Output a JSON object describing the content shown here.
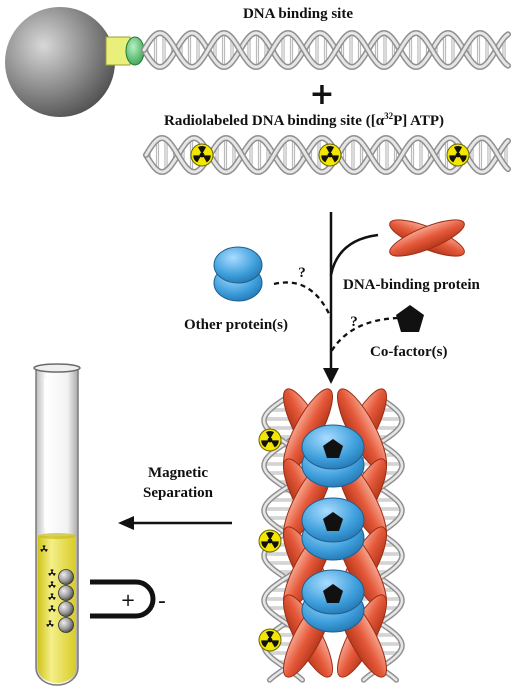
{
  "labels": {
    "dna_binding_site": "DNA binding site",
    "plus_sign": "+",
    "radiolabeled_prefix": "Radiolabeled DNA binding site (",
    "radiolabeled_bracket_open": "[α",
    "radiolabeled_isotope": "32",
    "radiolabeled_suffix": "P] ATP)",
    "dna_binding_protein": "DNA-binding protein",
    "other_proteins": "Other protein(s)",
    "cofactors": "Co-factor(s)",
    "question_mark_1": "?",
    "question_mark_2": "?",
    "magnetic_separation_line1": "Magnetic",
    "magnetic_separation_line2": "Separation",
    "magnet_plus": "+",
    "magnet_minus": "-"
  },
  "colors": {
    "bead_gray": "#8a8a8a",
    "streptavidin_yellow": "#e8ef7a",
    "biotin_green": "#3fb35a",
    "dna_strand": "#c9c9c9",
    "radio_yellow": "#f3e600",
    "protein_red": "#e5593a",
    "protein_blue": "#3e9fdc",
    "liquid_yellow": "#eae23a"
  }
}
